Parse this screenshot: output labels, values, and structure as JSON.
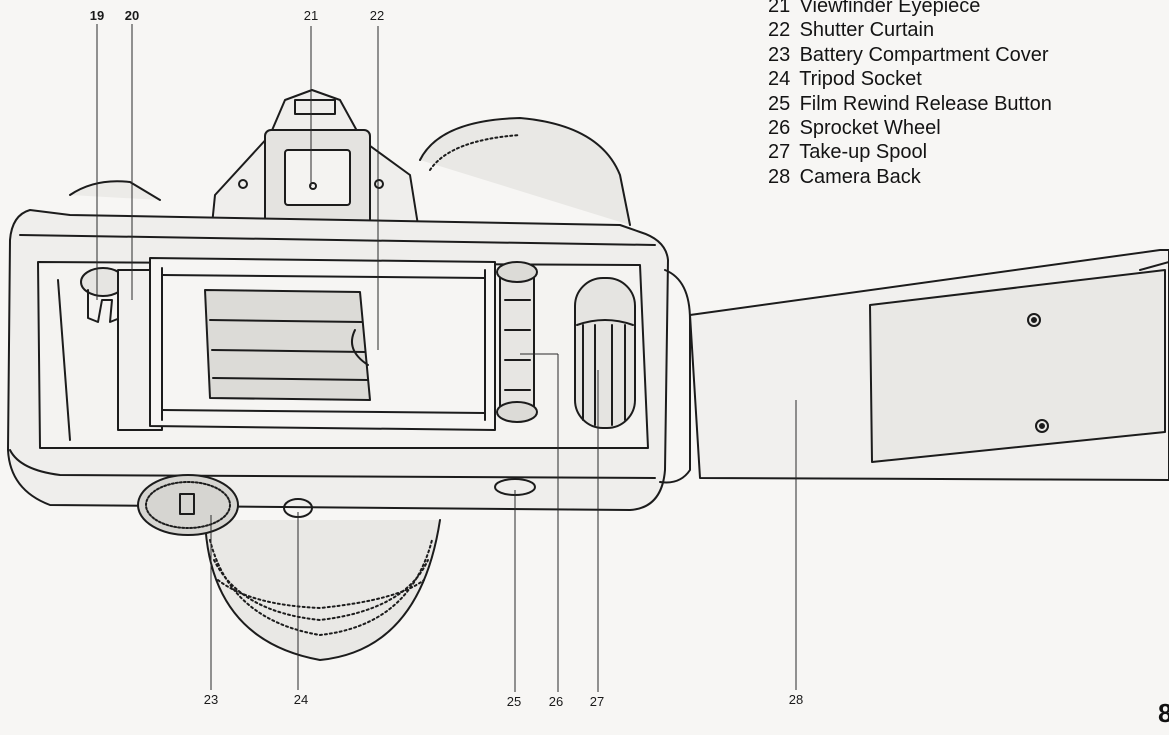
{
  "legend": [
    {
      "num": "21",
      "label": "Viewfinder Eyepiece"
    },
    {
      "num": "22",
      "label": "Shutter Curtain"
    },
    {
      "num": "23",
      "label": "Battery Compartment Cover"
    },
    {
      "num": "24",
      "label": "Tripod Socket"
    },
    {
      "num": "25",
      "label": "Film Rewind Release Button"
    },
    {
      "num": "26",
      "label": "Sprocket Wheel"
    },
    {
      "num": "27",
      "label": "Take-up Spool"
    },
    {
      "num": "28",
      "label": "Camera Back"
    }
  ],
  "callouts": {
    "c19": "19",
    "c20": "20",
    "c21": "21",
    "c22": "22",
    "c23": "23",
    "c24": "24",
    "c25": "25",
    "c26": "26",
    "c27": "27",
    "c28": "28"
  },
  "page_number": "8"
}
